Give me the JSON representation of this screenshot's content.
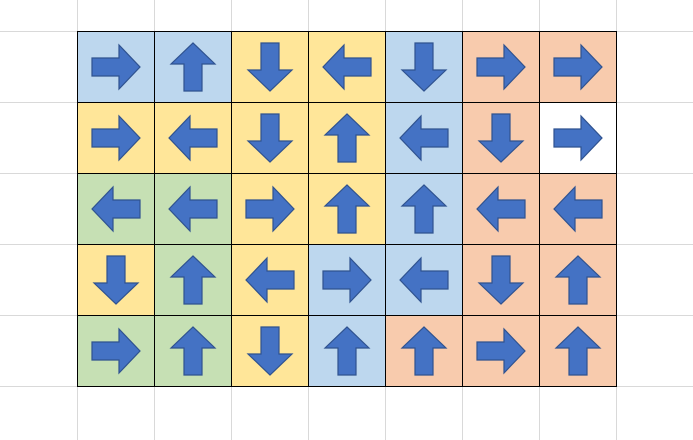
{
  "puzzle": {
    "arrow_color": "#4472c4",
    "region_colors": {
      "blue": "#bdd7ee",
      "yellow": "#ffe699",
      "orange": "#f8cbad",
      "green": "#c6e0b4",
      "white": "#ffffff"
    },
    "rows": [
      [
        {
          "region": "blue",
          "arrow": "right"
        },
        {
          "region": "blue",
          "arrow": "up"
        },
        {
          "region": "yellow",
          "arrow": "down"
        },
        {
          "region": "yellow",
          "arrow": "left"
        },
        {
          "region": "blue",
          "arrow": "down"
        },
        {
          "region": "orange",
          "arrow": "right"
        },
        {
          "region": "orange",
          "arrow": "right"
        }
      ],
      [
        {
          "region": "yellow",
          "arrow": "right"
        },
        {
          "region": "yellow",
          "arrow": "left"
        },
        {
          "region": "yellow",
          "arrow": "down"
        },
        {
          "region": "yellow",
          "arrow": "up"
        },
        {
          "region": "blue",
          "arrow": "left"
        },
        {
          "region": "orange",
          "arrow": "down"
        },
        {
          "region": "white",
          "arrow": "right"
        }
      ],
      [
        {
          "region": "green",
          "arrow": "left"
        },
        {
          "region": "green",
          "arrow": "left"
        },
        {
          "region": "yellow",
          "arrow": "right"
        },
        {
          "region": "yellow",
          "arrow": "up"
        },
        {
          "region": "blue",
          "arrow": "up"
        },
        {
          "region": "orange",
          "arrow": "left"
        },
        {
          "region": "orange",
          "arrow": "left"
        }
      ],
      [
        {
          "region": "yellow",
          "arrow": "down"
        },
        {
          "region": "green",
          "arrow": "up"
        },
        {
          "region": "yellow",
          "arrow": "left"
        },
        {
          "region": "blue",
          "arrow": "right"
        },
        {
          "region": "blue",
          "arrow": "left"
        },
        {
          "region": "orange",
          "arrow": "down"
        },
        {
          "region": "orange",
          "arrow": "up"
        }
      ],
      [
        {
          "region": "green",
          "arrow": "right"
        },
        {
          "region": "green",
          "arrow": "up"
        },
        {
          "region": "yellow",
          "arrow": "down"
        },
        {
          "region": "blue",
          "arrow": "up"
        },
        {
          "region": "orange",
          "arrow": "up"
        },
        {
          "region": "orange",
          "arrow": "right"
        },
        {
          "region": "orange",
          "arrow": "up"
        }
      ]
    ]
  }
}
